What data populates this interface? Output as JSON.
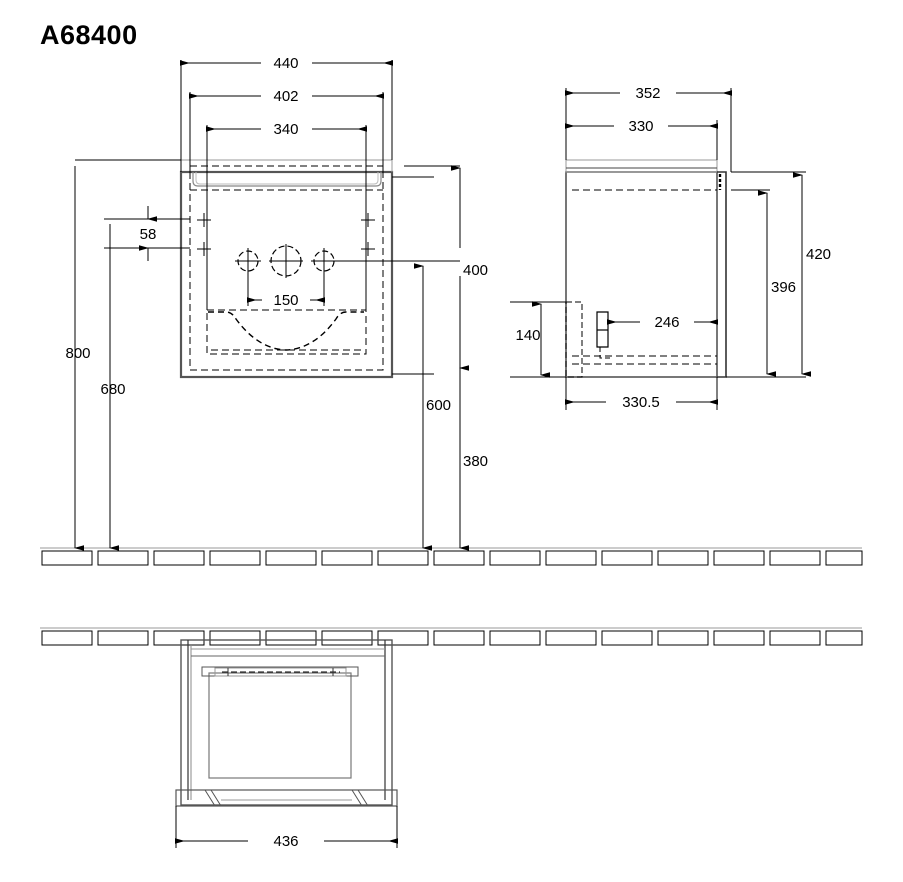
{
  "drawing": {
    "title": "A68400",
    "type": "technical-drawing",
    "units": "mm",
    "line_color": "#000000",
    "thin_line_color": "#666666",
    "background": "#ffffff"
  },
  "views": {
    "front": {
      "name": "front-elevation",
      "dimensions": {
        "overall_width": "440",
        "inner_width": "402",
        "cabinet_width": "340",
        "total_height": "800",
        "mount_height": "680",
        "top_offset": "58",
        "upper_height": "400",
        "mid_height": "600",
        "lower_height": "380",
        "tap_spacing": "150"
      }
    },
    "side": {
      "name": "side-elevation",
      "dimensions": {
        "overall_depth": "352",
        "body_depth": "330",
        "base_depth": "330.5",
        "inner_depth": "246",
        "total_height": "420",
        "body_height": "396",
        "plinth_height": "140"
      }
    },
    "bottom": {
      "name": "bottom-plan",
      "dimensions": {
        "plan_width": "436"
      }
    }
  },
  "dimension_labels": [
    {
      "id": "d440",
      "text": "440",
      "view": "front"
    },
    {
      "id": "d402",
      "text": "402",
      "view": "front"
    },
    {
      "id": "d340",
      "text": "340",
      "view": "front"
    },
    {
      "id": "d58",
      "text": "58",
      "view": "front"
    },
    {
      "id": "d800",
      "text": "800",
      "view": "front"
    },
    {
      "id": "d680",
      "text": "680",
      "view": "front"
    },
    {
      "id": "d400",
      "text": "400",
      "view": "front"
    },
    {
      "id": "d600",
      "text": "600",
      "view": "front"
    },
    {
      "id": "d380",
      "text": "380",
      "view": "front"
    },
    {
      "id": "d150",
      "text": "150",
      "view": "front"
    },
    {
      "id": "d352",
      "text": "352",
      "view": "side"
    },
    {
      "id": "d330",
      "text": "330",
      "view": "side"
    },
    {
      "id": "d420",
      "text": "420",
      "view": "side"
    },
    {
      "id": "d396",
      "text": "396",
      "view": "side"
    },
    {
      "id": "d140",
      "text": "140",
      "view": "side"
    },
    {
      "id": "d246",
      "text": "246",
      "view": "side"
    },
    {
      "id": "d3305",
      "text": "330.5",
      "view": "side"
    },
    {
      "id": "d436",
      "text": "436",
      "view": "bottom"
    }
  ]
}
